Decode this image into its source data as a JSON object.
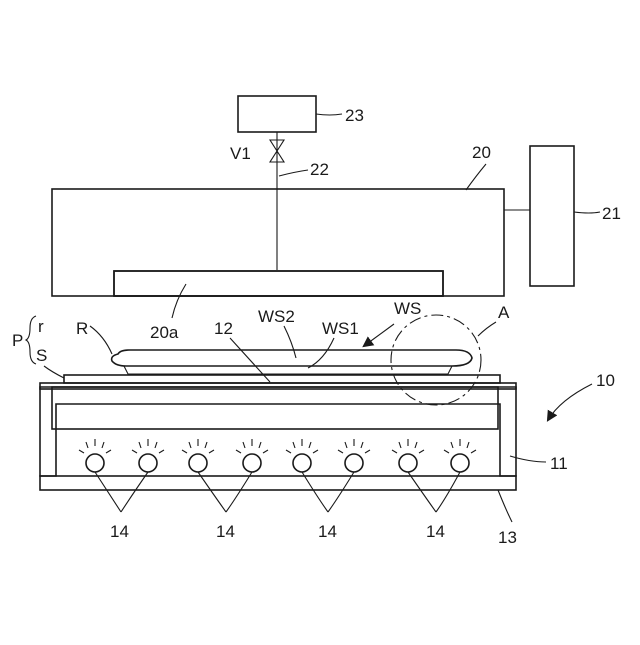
{
  "labels": {
    "box_23": "23",
    "valve_v1": "V1",
    "pipe_22": "22",
    "head_20": "20",
    "controller_21": "21",
    "porous_20a": "20a",
    "layer_r_bracket": "r",
    "substrate_s": "S",
    "panel_p": "P",
    "resin_r": "R",
    "stage_12": "12",
    "ws2": "WS2",
    "ws1": "WS1",
    "ws": "WS",
    "detail_a": "A",
    "unit_10": "10",
    "housing_11": "11",
    "base_13": "13",
    "lamps": [
      "14",
      "14",
      "14",
      "14"
    ]
  },
  "colors": {
    "line": "#1a1a1a",
    "background": "#ffffff"
  }
}
